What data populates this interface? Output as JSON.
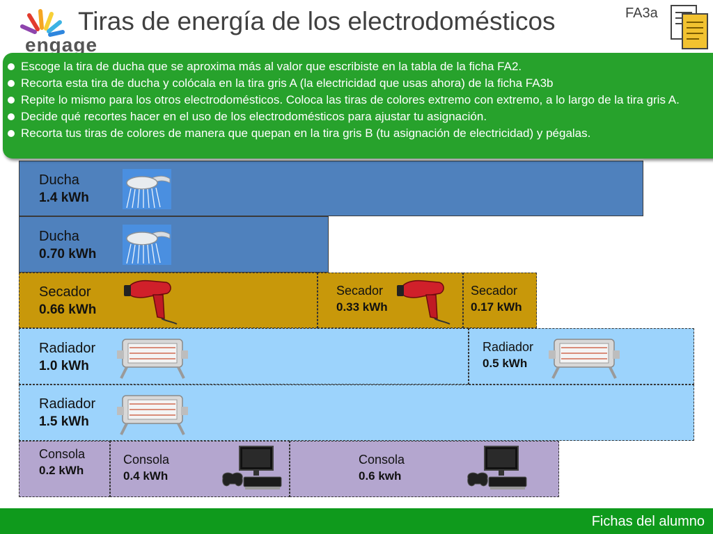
{
  "header": {
    "logo_text": "engage",
    "title": "Tiras de energía de los electrodomésticos",
    "sheet_code": "FA3a"
  },
  "instructions": [
    "Escoge la tira de ducha que se aproxima más al valor que escribiste en la tabla de la ficha FA2.",
    "Recorta esta tira de ducha y colócala en la tira gris A (la electricidad que usas ahora) de la ficha FA3b",
    "Repite lo mismo para los otros electrodomésticos. Coloca las tiras de colores extremo con extremo, a lo largo de la tira gris A.",
    "Decide qué recortes hacer en el uso de los electrodomésticos para ajustar tu asignación.",
    "Recorta tus tiras de colores de manera que quepan en la tira gris B (tu asignación de electricidad) y pégalas."
  ],
  "strips": {
    "ducha_1": {
      "name": "Ducha",
      "value": "1.4 kWh",
      "icon": "shower-icon"
    },
    "ducha_2": {
      "name": "Ducha",
      "value": "0.70 kWh",
      "icon": "shower-icon"
    },
    "secador_1": {
      "name": "Secador",
      "value": "0.66 kWh",
      "icon": "hair-dryer-icon"
    },
    "secador_2": {
      "name": "Secador",
      "value": "0.33 kWh",
      "icon": "hair-dryer-icon"
    },
    "secador_3": {
      "name": "Secador",
      "value": "0.17 kWh"
    },
    "radiador_1": {
      "name": "Radiador",
      "value": "1.0 kWh",
      "icon": "heater-icon"
    },
    "radiador_2": {
      "name": "Radiador",
      "value": "0.5 kWh",
      "icon": "heater-icon"
    },
    "radiador_3": {
      "name": "Radiador",
      "value": "1.5 kWh",
      "icon": "heater-icon"
    },
    "consola_1": {
      "name": "Consola",
      "value": "0.2 kWh"
    },
    "consola_2": {
      "name": "Consola",
      "value": "0.4 kWh",
      "icon": "game-console-icon"
    },
    "consola_3": {
      "name": "Consola",
      "value": "0.6 kwh",
      "icon": "game-console-icon"
    }
  },
  "colors": {
    "ducha": "#4f81bd",
    "secador": "#c8980a",
    "radiador": "#9cd3fc",
    "consola": "#b4a6cf",
    "green": "#27a22c"
  },
  "footer": {
    "label": "Fichas del alumno"
  }
}
